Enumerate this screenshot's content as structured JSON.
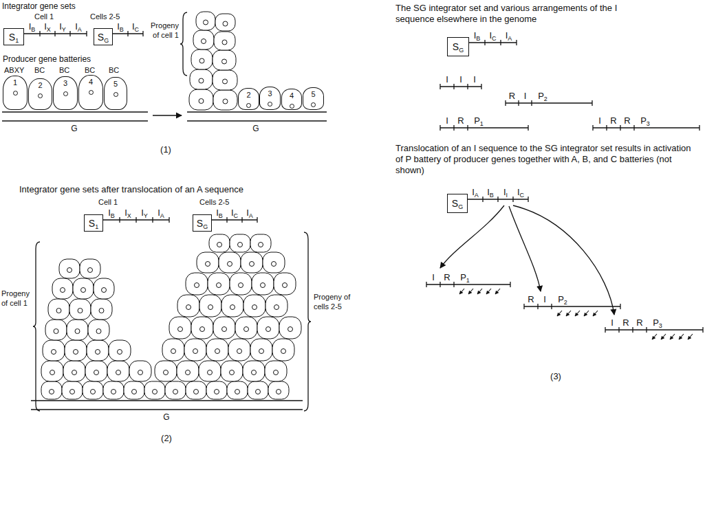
{
  "diagram": {
    "nodes": [
      {
        "text": [
          "S1"
        ]
      },
      {
        "text": [
          "SG"
        ]
      },
      {
        "text": [
          "1"
        ]
      },
      {
        "text": [
          "2"
        ]
      },
      {
        "text": [
          "3"
        ]
      },
      {
        "text": [
          "4"
        ]
      },
      {
        "text": [
          "5"
        ]
      },
      {
        "text": [
          "2"
        ]
      },
      {
        "text": [
          "3"
        ]
      },
      {
        "text": [
          "4"
        ]
      },
      {
        "text": [
          "5"
        ]
      },
      {
        "text": [
          "S1"
        ]
      },
      {
        "text": [
          "SG"
        ]
      },
      {
        "text": [
          "SG"
        ]
      },
      {
        "text": [
          "SG"
        ]
      }
    ],
    "labels": [
      "Integrator gene sets",
      "Cell 1",
      "Cells 2-5",
      "IB",
      "IX",
      "IY",
      "IA",
      "IB",
      "IC",
      "Producer gene batteries",
      "ABXY",
      "BC",
      "BC",
      "BC",
      "BC",
      "G",
      "Progeny of cell 1",
      "G",
      "(1)",
      "Integrator gene sets after translocation of an A sequence",
      "Cell 1",
      "Cells 2-5",
      "IB",
      "IX",
      "IY",
      "IA",
      "IB",
      "IC",
      "IA",
      "Progeny of cell 1",
      "Progeny of cells 2-5",
      "G",
      "(2)",
      "The SG integrator set and various arrangements of the I sequence elsewhere in the genome",
      "IB",
      "IC",
      "IA",
      "I",
      "I",
      "I",
      "R",
      "I",
      "P2",
      "I",
      "R",
      "P1",
      "I",
      "R",
      "R",
      "P3",
      "Translocation of an I sequence to the SG integrator set results in activation of P battery of producer genes together with A, B, and C batteries (not shown)",
      "IA",
      "IB",
      "II",
      "IC",
      "I",
      "R",
      "P1",
      "R",
      "I",
      "P2",
      "I",
      "R",
      "R",
      "P3",
      "(3)"
    ]
  }
}
